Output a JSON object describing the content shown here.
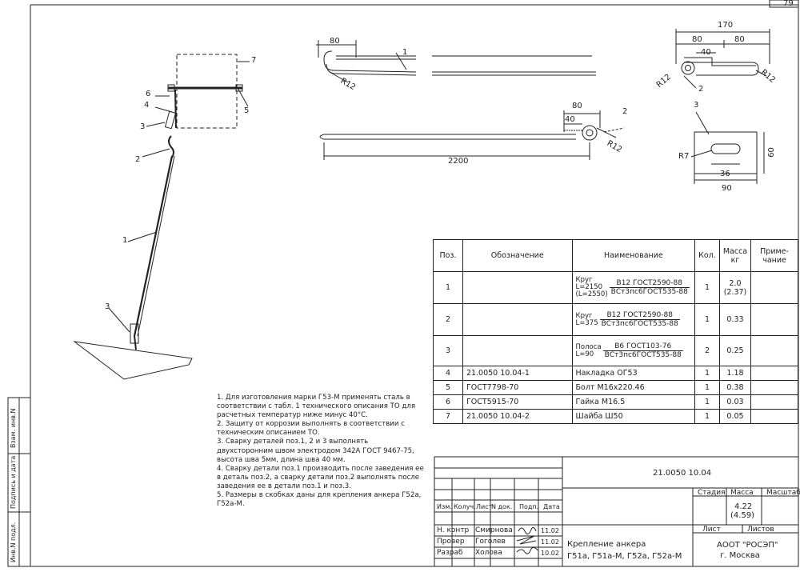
{
  "page_number": "79",
  "details": {
    "rod": {
      "pos": "1",
      "dim_hook": "80",
      "radius": "R12",
      "length": "2200",
      "dim_end": "80",
      "dim_end_inner": "40",
      "part_ref": "2",
      "radius2": "R12"
    },
    "clip": {
      "width": "170",
      "left": "80",
      "right": "80",
      "inner": "40",
      "pos_ref": "2",
      "radius_left": "R12",
      "radius_right": "R12"
    },
    "plate": {
      "pos": "3",
      "radius": "R7",
      "height": "60",
      "slot": "36",
      "width": "90"
    }
  },
  "assembly_callouts": [
    "7",
    "6",
    "5",
    "4",
    "3",
    "2",
    "1",
    "3"
  ],
  "spec_table": {
    "headers": {
      "pos": "Поз.",
      "designation": "Обозначение",
      "name": "Наименование",
      "qty": "Кол.",
      "mass_top": "Масса",
      "mass_unit": "кг",
      "note_top": "Приме-",
      "note_bot": "чание"
    },
    "rows": [
      {
        "pos": "1",
        "designation": "",
        "name_pre": "Круг",
        "len1": "L=2150",
        "len2": "(L=2550)",
        "frac_top": "B12 ГОСТ2590-88",
        "frac_bot": "ВСт3пс6ГОСТ535-88",
        "qty": "1",
        "mass": "2.0",
        "mass2": "(2.37)"
      },
      {
        "pos": "2",
        "designation": "",
        "name_pre": "Круг",
        "len1": "L=375",
        "len2": "",
        "frac_top": "B12 ГОСТ2590-88",
        "frac_bot": "ВСт3пс6ГОСТ535-88",
        "qty": "1",
        "mass": "0.33",
        "mass2": ""
      },
      {
        "pos": "3",
        "designation": "",
        "name_pre": "Полоса",
        "len1": "L=90",
        "len2": "",
        "frac_top": "B6 ГОСТ103-76",
        "frac_bot": "ВСт3пс6ГОСТ535-88",
        "qty": "2",
        "mass": "0.25",
        "mass2": ""
      },
      {
        "pos": "4",
        "designation": "21.0050 10.04-1",
        "name": "Накладка ОГ53",
        "qty": "1",
        "mass": "1.18"
      },
      {
        "pos": "5",
        "designation": "ГОСТ7798-70",
        "name": "Болт М16х220.46",
        "qty": "1",
        "mass": "0.38"
      },
      {
        "pos": "6",
        "designation": "ГОСТ5915-70",
        "name": "Гайка М16.5",
        "qty": "1",
        "mass": "0.03"
      },
      {
        "pos": "7",
        "designation": "21.0050 10.04-2",
        "name": "Шайба Ш50",
        "qty": "1",
        "mass": "0.05"
      }
    ]
  },
  "notes": [
    "1. Для изготовления марки Г53-М применять сталь в соответствии с табл. 1 технического описания ТО для расчетных температур ниже минус 40°С.",
    "2. Защиту от коррозии выполнять в соответствии с техническим описанием ТО.",
    "3. Сварку деталей поз.1, 2 и 3 выполнять двухсторонним швом электродом 342А ГОСТ 9467-75, высота шва 5мм, длина шва 40 мм.",
    "4. Сварку детали поз.1 производить после заведения ее в деталь поз.2, а сварку детали поз.2 выполнять после заведения ее в детали поз.1 и поз.3.",
    "5. Размеры в скобках даны для крепления анкера Г52а, Г52а-М."
  ],
  "title_block": {
    "doc_code": "21.0050 10.04",
    "col_headers": [
      "Изм.",
      "Колуч.",
      "Лист",
      "N док.",
      "Подп.",
      "Дата"
    ],
    "stage_label": "Стадия",
    "mass_label": "Масса",
    "scale_label": "Масштаб",
    "mass_value": "4.22",
    "mass_value2": "(4.59)",
    "sheet_label": "Лист",
    "sheets_label": "Листов",
    "roles": [
      {
        "role": "Н. контр",
        "name": "Смирнова",
        "date": "11.02"
      },
      {
        "role": "Провер",
        "name": "Гоголев",
        "date": "11.02"
      },
      {
        "role": "Разраб",
        "name": "Холова",
        "date": "10.02"
      }
    ],
    "title_line1": "Крепление анкера",
    "title_line2": "Г51а, Г51а-М, Г52а, Г52а-М",
    "org_line1": "АООТ \"РОСЭП\"",
    "org_line2": "г. Москва"
  },
  "side_stamps": [
    "Взам. инв.N",
    "Подпись и дата",
    "Инв.N подл."
  ]
}
